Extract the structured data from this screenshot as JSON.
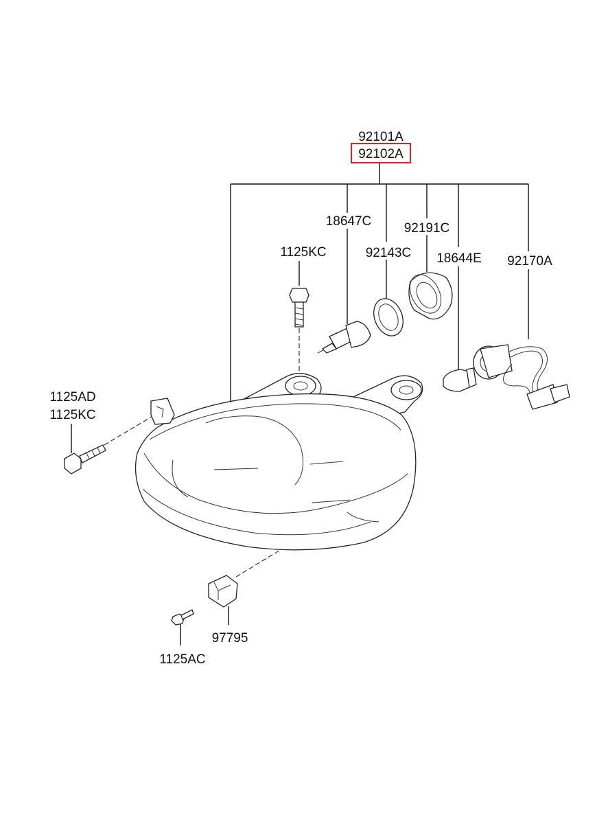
{
  "labels": {
    "assembly_lh": "92101A",
    "assembly_rh": "92102A",
    "bulb_headlamp": "18647C",
    "ring_cover": "92143C",
    "cover_rear": "92191C",
    "bulb_side": "18644E",
    "socket_wiring": "92170A",
    "bolt_top": "1125KC",
    "bolt_side_a": "1125AD",
    "bolt_side_b": "1125KC",
    "bracket": "97795",
    "bolt_bottom": "1125AC"
  },
  "highlight_color": "#e0211d",
  "line_color": "#111111"
}
